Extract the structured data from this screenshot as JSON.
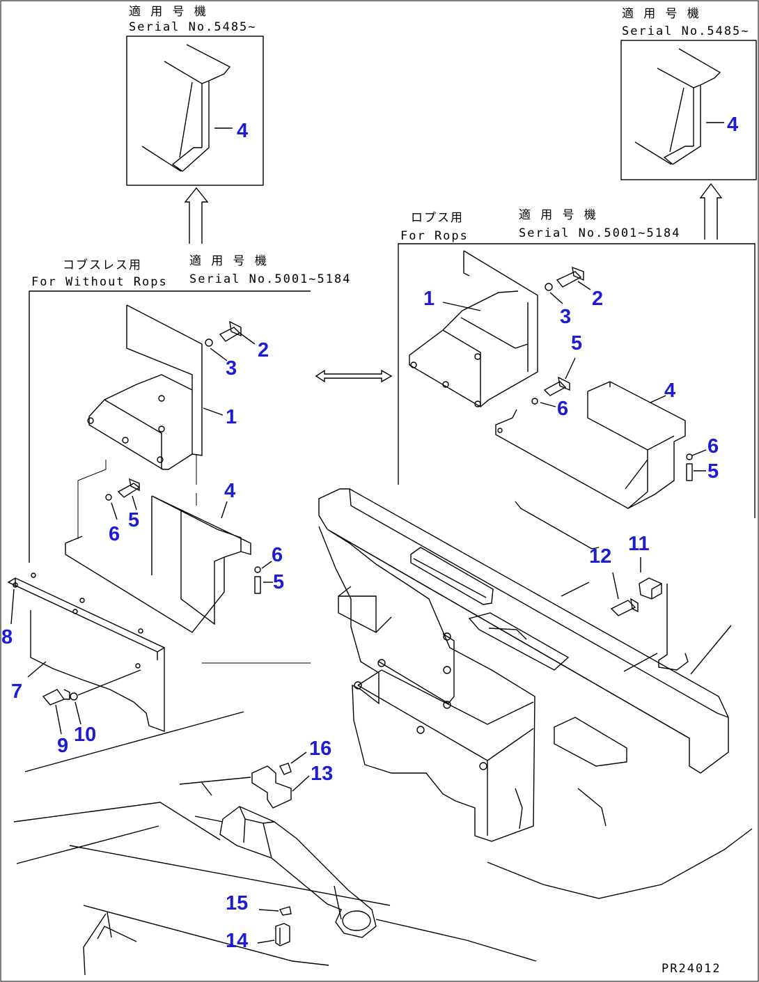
{
  "captions": {
    "top_left_jp": "適 用 号 機",
    "top_left_serial": "Serial No.5485~",
    "top_right_jp": "適 用 号 機",
    "top_right_serial": "Serial No.5485~",
    "left_jp": "コブスレス用",
    "left_en": "For Without Rops",
    "left_serial_jp": "適 用 号 機",
    "left_serial": "Serial No.5001~5184",
    "right_jp": "ロプス用",
    "right_en": "For Rops",
    "right_serial_jp": "適 用 号 機",
    "right_serial": "Serial No.5001~5184",
    "drawing_code": "PR24012"
  },
  "callouts": {
    "tl_4": "4",
    "tr_4": "4",
    "l_1": "1",
    "l_2": "2",
    "l_3": "3",
    "l_4": "4",
    "l_5a": "5",
    "l_6a": "6",
    "l_6b": "6",
    "l_5b": "5",
    "l_7": "7",
    "l_8": "8",
    "l_9": "9",
    "l_10": "10",
    "r_1": "1",
    "r_2": "2",
    "r_3": "3",
    "r_5a": "5",
    "r_6a": "6",
    "r_4": "4",
    "r_6b": "6",
    "r_5b": "5",
    "m_11": "11",
    "m_12": "12",
    "m_13": "13",
    "m_14": "14",
    "m_15": "15",
    "m_16": "16"
  }
}
